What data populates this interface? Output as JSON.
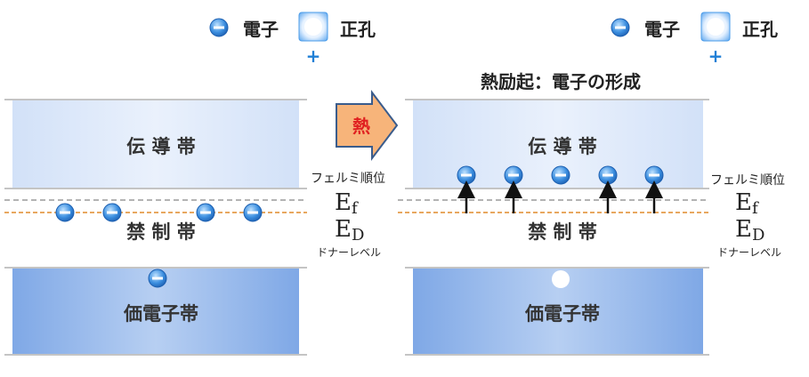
{
  "legend": {
    "electron_label": "電子",
    "hole_label": "正孔",
    "hole_sign": "+"
  },
  "heat_arrow": {
    "label": "熱"
  },
  "left_panel": {
    "conduction_band": "伝 導 帯",
    "forbidden_band": "禁 制 帯",
    "valence_band": "価電子帯",
    "fermi_label": "フェルミ順位",
    "fermi_symbol_main": "E",
    "fermi_symbol_sub": "f",
    "donor_symbol_main": "E",
    "donor_symbol_sub": "D",
    "donor_label": "ドナーレベル"
  },
  "right_panel": {
    "title": "熱励起：電子の形成",
    "conduction_band": "伝 導 帯",
    "forbidden_band": "禁 制 帯",
    "valence_band": "価電子帯",
    "fermi_label": "フェルミ順位",
    "fermi_symbol_main": "E",
    "fermi_symbol_sub": "f",
    "donor_symbol_main": "E",
    "donor_symbol_sub": "D",
    "donor_label": "ドナーレベル"
  },
  "colors": {
    "conduction_band": "#dfe9fb",
    "valence_band": "#8fb3ea",
    "fermi_line": "#9a9a9a",
    "donor_line": "#e08a2a",
    "heat_arrow": "#f7b47a",
    "heat_label": "#e02020",
    "hole_sign": "#1f7fd6"
  }
}
